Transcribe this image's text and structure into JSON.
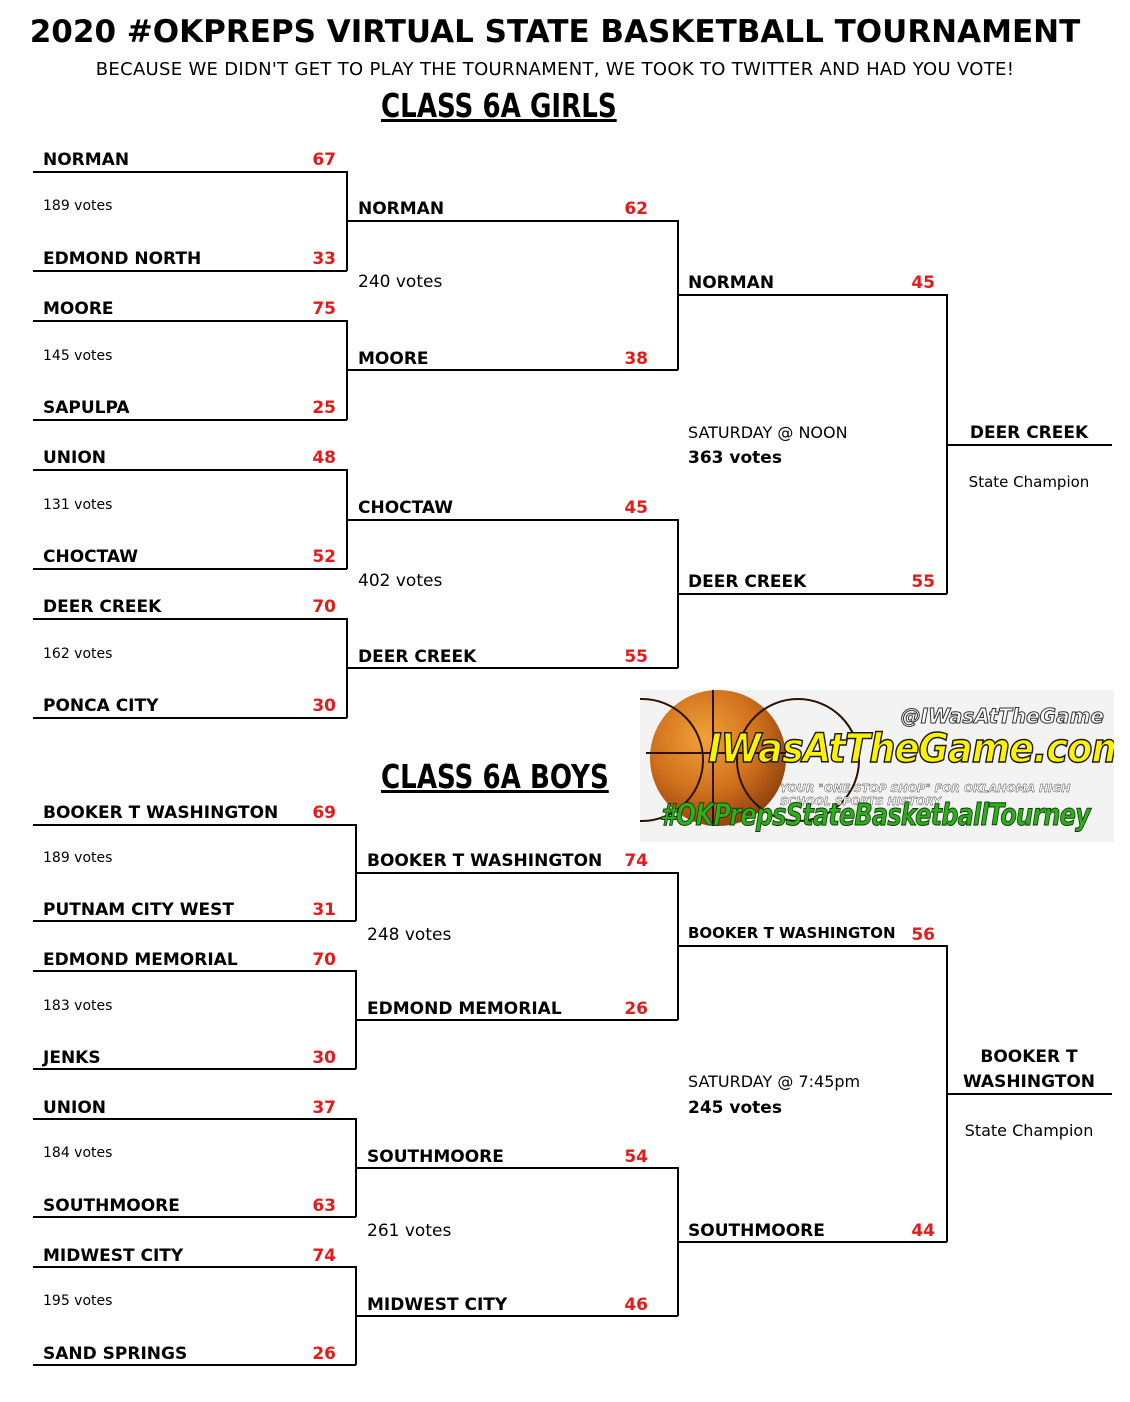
{
  "header": {
    "title": "2020 #OKPREPS VIRTUAL STATE  BASKETBALL TOURNAMENT",
    "subtitle": "BECAUSE WE DIDN'T GET TO PLAY THE TOURNAMENT, WE TOOK TO TWITTER AND HAD YOU VOTE!"
  },
  "girls": {
    "title": "CLASS 6A GIRLS",
    "r1": [
      {
        "team1": "NORMAN",
        "score1": "67",
        "votes": "189 votes",
        "team2": "EDMOND NORTH",
        "score2": "33"
      },
      {
        "team1": "MOORE",
        "score1": "75",
        "votes": "145 votes",
        "team2": "SAPULPA",
        "score2": "25"
      },
      {
        "team1": "UNION",
        "score1": "48",
        "votes": "131 votes",
        "team2": "CHOCTAW",
        "score2": "52"
      },
      {
        "team1": "DEER CREEK",
        "score1": "70",
        "votes": "162 votes",
        "team2": "PONCA CITY",
        "score2": "30"
      }
    ],
    "r2": [
      {
        "team1": "NORMAN",
        "score1": "62",
        "votes": "240 votes",
        "team2": "MOORE",
        "score2": "38"
      },
      {
        "team1": "CHOCTAW",
        "score1": "45",
        "votes": "402 votes",
        "team2": "DEER CREEK",
        "score2": "55"
      }
    ],
    "final": {
      "team1": "NORMAN",
      "score1": "45",
      "time": "SATURDAY @ NOON",
      "votes": "363 votes",
      "team2": "DEER CREEK",
      "score2": "55"
    },
    "champion": {
      "name": "DEER CREEK",
      "label": "State Champion"
    }
  },
  "boys": {
    "title": "CLASS 6A BOYS",
    "r1": [
      {
        "team1": "BOOKER T WASHINGTON",
        "score1": "69",
        "votes": "189 votes",
        "team2": "PUTNAM CITY WEST",
        "score2": "31"
      },
      {
        "team1": "EDMOND MEMORIAL",
        "score1": "70",
        "votes": "183 votes",
        "team2": "JENKS",
        "score2": "30"
      },
      {
        "team1": "UNION",
        "score1": "37",
        "votes": "184 votes",
        "team2": "SOUTHMOORE",
        "score2": "63"
      },
      {
        "team1": "MIDWEST CITY",
        "score1": "74",
        "votes": "195 votes",
        "team2": "SAND SPRINGS",
        "score2": "26"
      }
    ],
    "r2": [
      {
        "team1": "BOOKER T WASHINGTON",
        "score1": "74",
        "votes": "248 votes",
        "team2": "EDMOND MEMORIAL",
        "score2": "26"
      },
      {
        "team1": "SOUTHMOORE",
        "score1": "54",
        "votes": "261 votes",
        "team2": "MIDWEST CITY",
        "score2": "46"
      }
    ],
    "final": {
      "team1": "BOOKER T WASHINGTON",
      "score1": "56",
      "time": "SATURDAY @ 7:45pm",
      "votes": "245 votes",
      "team2": "SOUTHMOORE",
      "score2": "44"
    },
    "champion": {
      "name_line1": "BOOKER T",
      "name_line2": "WASHINGTON",
      "label": "State Champion"
    }
  },
  "logo": {
    "handle": "@IWasAtTheGame",
    "site": "IWasAtTheGame.com",
    "tagline": "YOUR \"ONE STOP SHOP\" FOR OKLAHOMA HIGH SCHOOL SPORTS HISTORY",
    "hashtag": "#OKPrepsStateBasketballTourney"
  },
  "colors": {
    "score": "#e31b1b",
    "line": "#000000",
    "logo_yellow": "#fff200",
    "logo_green": "#2fae1c"
  }
}
